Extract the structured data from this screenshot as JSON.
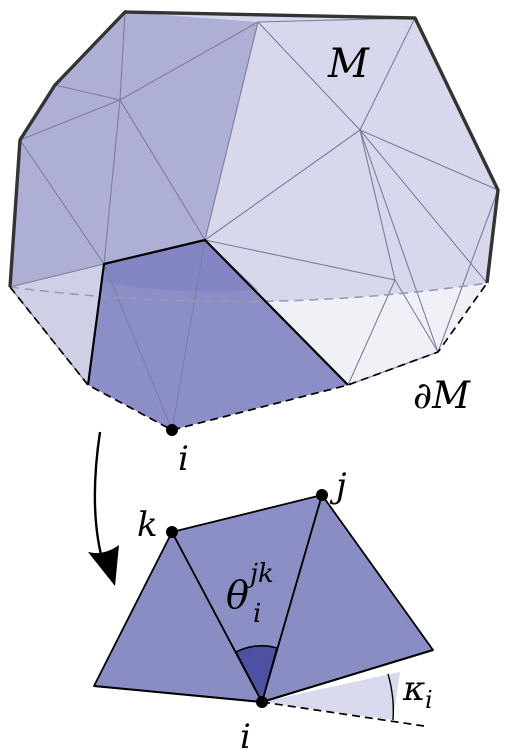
{
  "labels": {
    "surface": "M",
    "boundary": "∂M",
    "vertex_top": "i",
    "vertex_i": "i",
    "vertex_j": "j",
    "vertex_k": "k",
    "angle_base": "θ",
    "angle_sub": "i",
    "angle_sup": "jk",
    "curvature_base": "κ",
    "curvature_sub": "i"
  },
  "colors": {
    "mesh_fill_dark": "#a9aad1",
    "mesh_fill_light": "#d6d7ea",
    "mesh_back": "#f1f1f8",
    "highlight_fill": "#8b8ec6",
    "fan_fill": "#8a8cc4",
    "angle_fill": "#4e51a2",
    "curvature_fill": "#d8d9ec",
    "edge": "#000000",
    "mesh_edge": "#7a7b9a"
  }
}
